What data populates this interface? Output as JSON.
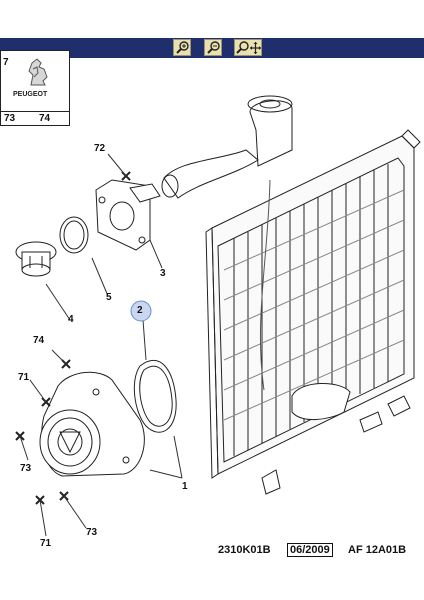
{
  "toolbar": {
    "buttons": [
      {
        "name": "zoom-in-icon"
      },
      {
        "name": "zoom-out-icon"
      },
      {
        "name": "zoom-pan-icon"
      }
    ],
    "bar_color": "#1f2f6e",
    "button_color": "#e9e2b0"
  },
  "logo": {
    "brand": "PEUGEOT",
    "top_marker": "7",
    "bottom_left": "73",
    "bottom_right": "74"
  },
  "callouts": {
    "c72": "72",
    "c3": "3",
    "c5": "5",
    "c4": "4",
    "c2": "2",
    "c74": "74",
    "c71a": "71",
    "c73a": "73",
    "c1": "1",
    "c71b": "71",
    "c73b": "73"
  },
  "references": {
    "part_code": "2310K01B",
    "date": "06/2009",
    "af_code": "AF 12A01B"
  }
}
